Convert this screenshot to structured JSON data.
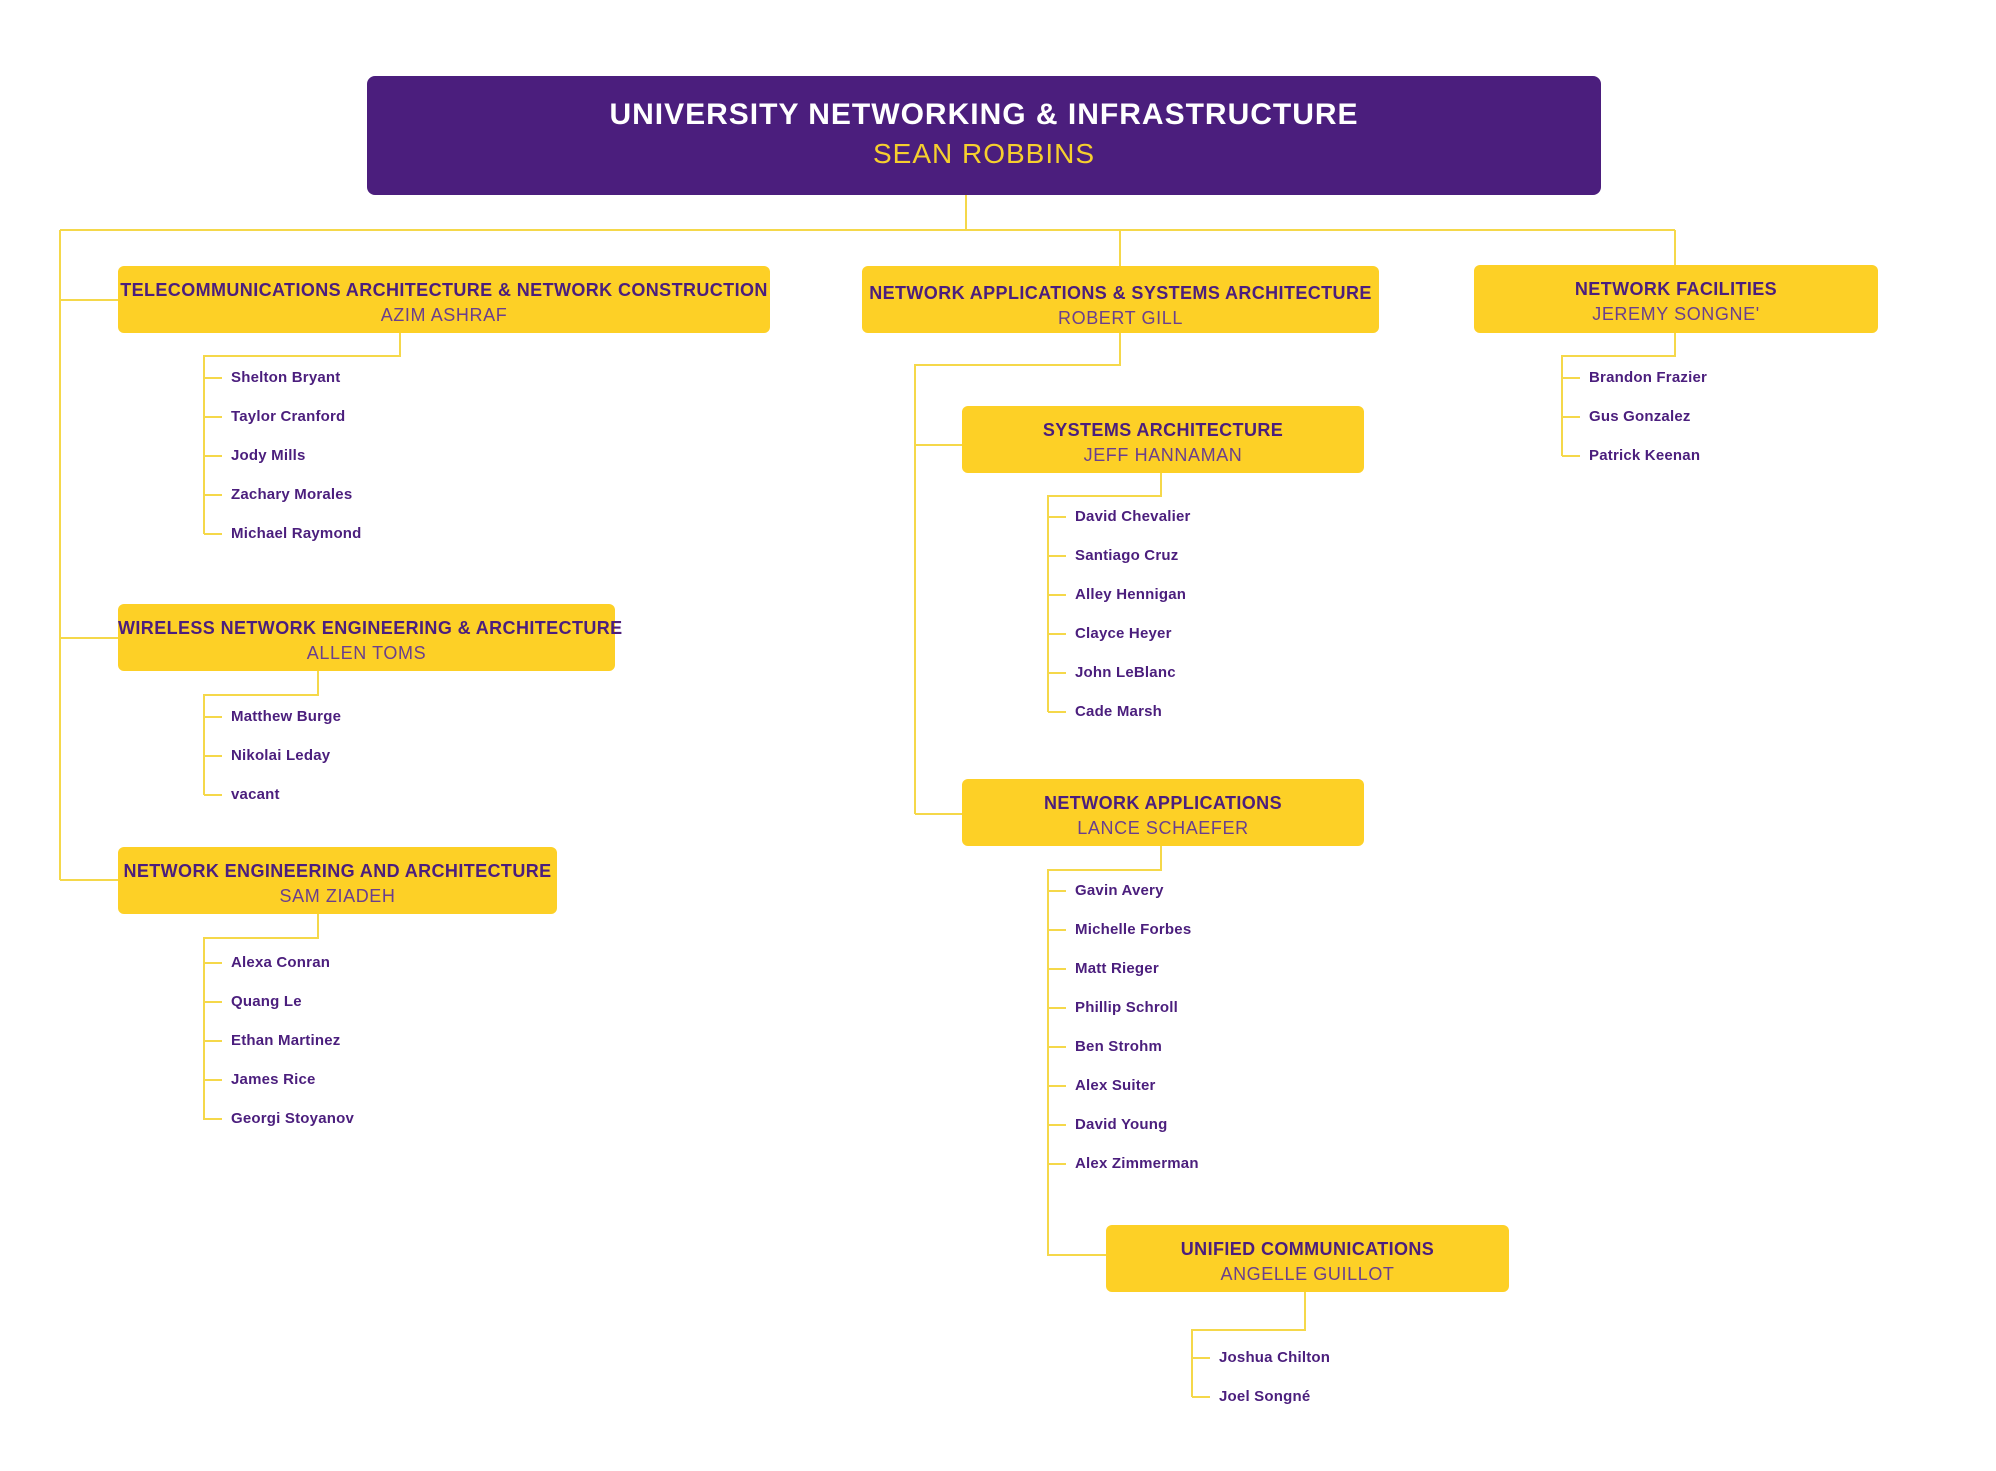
{
  "root": {
    "title": "UNIVERSITY NETWORKING & INFRASTRUCTURE",
    "leader": "SEAN ROBBINS"
  },
  "units": {
    "telecom": {
      "title": "TELECOMMUNICATIONS ARCHITECTURE & NETWORK CONSTRUCTION",
      "leader": "AZIM ASHRAF",
      "members": [
        "Shelton Bryant",
        "Taylor Cranford",
        "Jody Mills",
        "Zachary Morales",
        "Michael Raymond"
      ]
    },
    "wireless": {
      "title": "WIRELESS NETWORK ENGINEERING & ARCHITECTURE",
      "leader": "ALLEN TOMS",
      "members": [
        "Matthew Burge",
        "Nikolai Leday",
        "vacant"
      ]
    },
    "neteng": {
      "title": "NETWORK ENGINEERING AND ARCHITECTURE",
      "leader": "SAM ZIADEH",
      "members": [
        "Alexa Conran",
        "Quang Le",
        "Ethan Martinez",
        "James Rice",
        "Georgi Stoyanov"
      ]
    },
    "netapps_sys": {
      "title": "NETWORK APPLICATIONS & SYSTEMS ARCHITECTURE",
      "leader": "ROBERT GILL"
    },
    "sysarch": {
      "title": "SYSTEMS ARCHITECTURE",
      "leader": "JEFF HANNAMAN",
      "members": [
        "David Chevalier",
        "Santiago Cruz",
        "Alley Hennigan",
        "Clayce Heyer",
        "John LeBlanc",
        "Cade Marsh"
      ]
    },
    "netapps": {
      "title": "NETWORK APPLICATIONS",
      "leader": "LANCE SCHAEFER",
      "members": [
        "Gavin Avery",
        "Michelle Forbes",
        "Matt Rieger",
        "Phillip Schroll",
        "Ben Strohm",
        "Alex Suiter",
        "David Young",
        "Alex Zimmerman"
      ]
    },
    "unified": {
      "title": "UNIFIED COMMUNICATIONS",
      "leader": "ANGELLE GUILLOT",
      "members": [
        "Joshua Chilton",
        "Joel Songné"
      ]
    },
    "facilities": {
      "title": "NETWORK FACILITIES",
      "leader": "JEREMY SONGNE'",
      "members": [
        "Brandon Frazier",
        "Gus Gonzalez",
        "Patrick Keenan"
      ]
    }
  },
  "colors": {
    "root_fill": "#4b1e7d",
    "unit_fill": "#fdd026",
    "connector": "#f5d84a",
    "accent_text": "#f6cf2e"
  }
}
